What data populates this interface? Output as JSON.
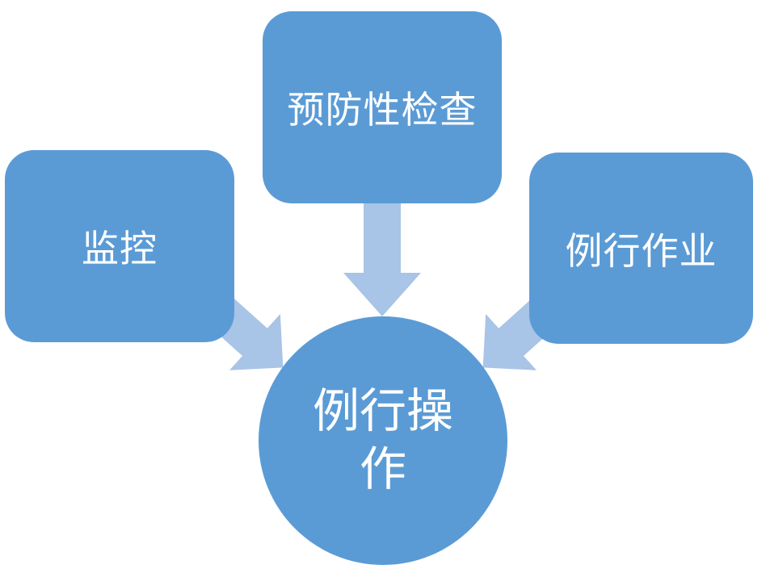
{
  "diagram": {
    "nodes": {
      "left_box": {
        "label": "监控"
      },
      "top_box": {
        "label": "预防性检查"
      },
      "right_box": {
        "label": "例行作业"
      },
      "center_circle": {
        "label": "例行操作"
      }
    },
    "colors": {
      "node_fill": "#5B9BD5",
      "arrow_fill": "#A8C4E6",
      "text": "#FFFFFF",
      "background": "#FFFFFF"
    }
  }
}
